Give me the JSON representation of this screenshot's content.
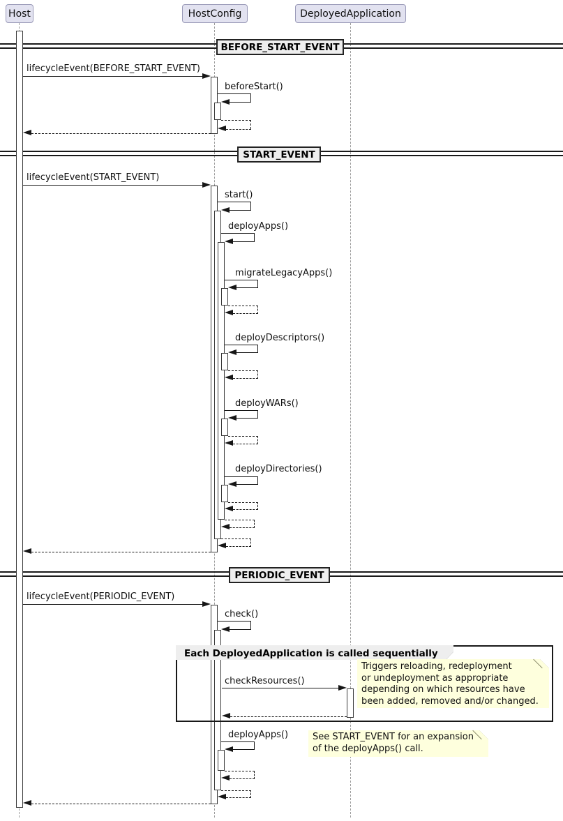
{
  "participants": [
    {
      "name": "Host"
    },
    {
      "name": "HostConfig"
    },
    {
      "name": "DeployedApplication"
    }
  ],
  "dividers": [
    {
      "label": "BEFORE_START_EVENT"
    },
    {
      "label": "START_EVENT"
    },
    {
      "label": "PERIODIC_EVENT"
    }
  ],
  "messages": [
    {
      "label": "lifecycleEvent(BEFORE_START_EVENT)"
    },
    {
      "label": "beforeStart()"
    },
    {
      "label": "lifecycleEvent(START_EVENT)"
    },
    {
      "label": "start()"
    },
    {
      "label": "deployApps()"
    },
    {
      "label": "migrateLegacyApps()"
    },
    {
      "label": "deployDescriptors()"
    },
    {
      "label": "deployWARs()"
    },
    {
      "label": "deployDirectories()"
    },
    {
      "label": "lifecycleEvent(PERIODIC_EVENT)"
    },
    {
      "label": "check()"
    },
    {
      "label": "checkResources()"
    },
    {
      "label": "deployApps()"
    }
  ],
  "group": {
    "label": "Each DeployedApplication is called sequentially"
  },
  "notes": [
    {
      "text": "Triggers reloading, redeployment\nor undeployment as appropriate\ndepending on which resources have\nbeen added, removed and/or changed."
    },
    {
      "text": "See START_EVENT for an expansion\nof the deployApps() call."
    }
  ],
  "colors": {
    "participant_fill": "#E2E2F0",
    "participant_border": "#9A9AB8",
    "note_fill": "#FEFFDD",
    "divider_fill": "#EEEEEE",
    "line": "#161616",
    "lifeline": "#9A9A9A"
  }
}
